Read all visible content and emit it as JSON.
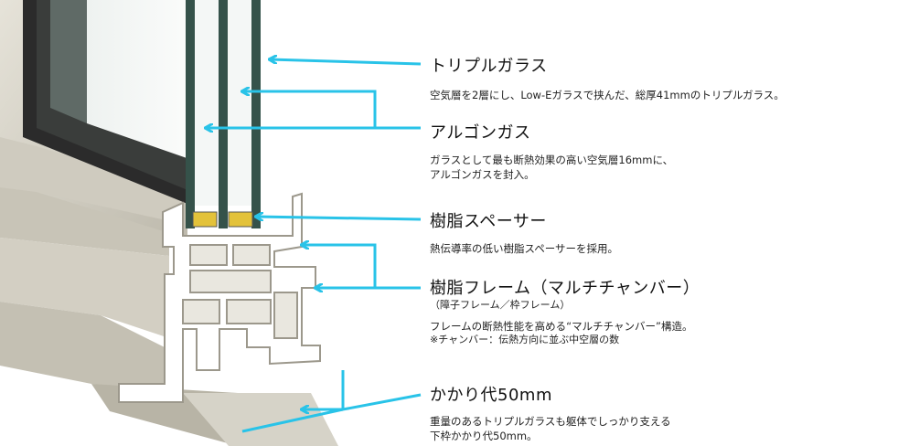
{
  "callouts": {
    "triple_glass": {
      "title": "トリプルガラス",
      "desc": "空気層を2層にし、Low-Eガラスで挟んだ、総厚41mmのトリプルガラス。"
    },
    "argon_gas": {
      "title": "アルゴンガス",
      "desc_line1": "ガラスとして最も断熱効果の高い空気層16mmに、",
      "desc_line2": "アルゴンガスを封入。"
    },
    "resin_spacer": {
      "title": "樹脂スペーサー",
      "desc": "熱伝導率の低い樹脂スペーサーを採用。"
    },
    "resin_frame": {
      "title": "樹脂フレーム（マルチチャンバー）",
      "subtitle": "（障子フレーム／枠フレーム）",
      "desc_line1": "フレームの断熱性能を高める“マルチチャンバー”構造。",
      "desc_line2": "※チャンバー：伝熱方向に並ぶ中空層の数"
    },
    "overlap": {
      "title": "かかり代50mm",
      "desc_line1": "重量のあるトリプルガラスも躯体でしっかり支える",
      "desc_line2": "下枠かかり代50mm。"
    }
  },
  "colors": {
    "arrow": "#29c3e8",
    "glass_edge": "#2f4a42",
    "frame_face": "#d9d6cb",
    "frame_shadow": "#b9b5a8",
    "section_cut": "#ffffff",
    "spacer": "#e3c23a"
  }
}
